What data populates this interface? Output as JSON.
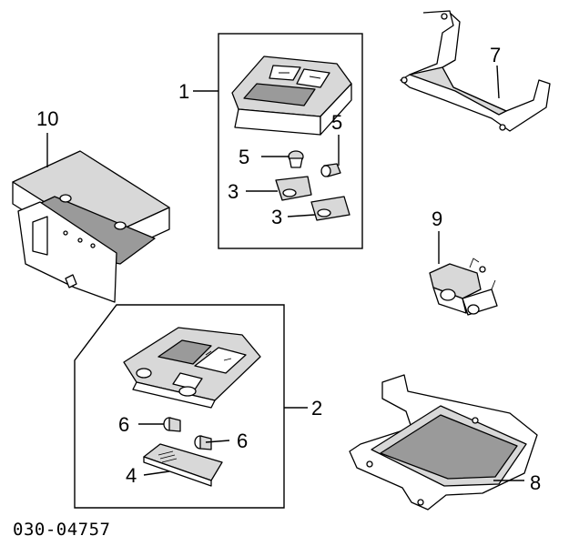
{
  "diagram": {
    "callouts": {
      "c1": "1",
      "c2": "2",
      "c3a": "3",
      "c3b": "3",
      "c4": "4",
      "c5a": "5",
      "c5b": "5",
      "c6a": "6",
      "c6b": "6",
      "c7": "7",
      "c8": "8",
      "c9": "9",
      "c10": "10"
    },
    "diagram_code": "030-04757"
  }
}
